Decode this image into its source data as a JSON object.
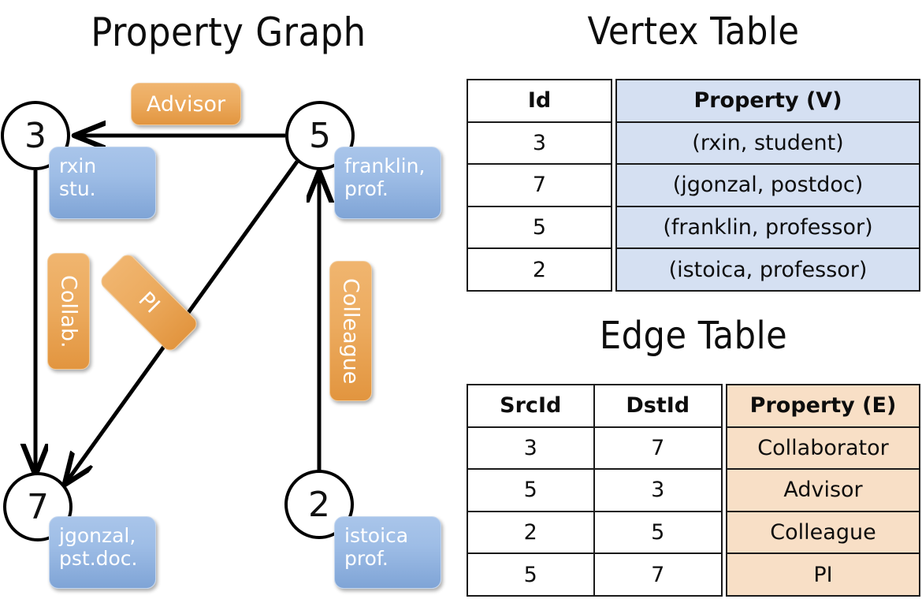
{
  "titles": {
    "property_graph": "Property Graph",
    "vertex_table": "Vertex Table",
    "edge_table": "Edge Table"
  },
  "colors": {
    "vertex_property_fill": "#D5E0F2",
    "edge_property_fill": "#F8DFC6",
    "node_box_blue": "#9EBDE6",
    "edge_label_orange": "#ECAB5F",
    "stroke": "#000000"
  },
  "graph": {
    "nodes": [
      {
        "id": "3",
        "property_line1": "rxin",
        "property_line2": "stu."
      },
      {
        "id": "5",
        "property_line1": "franklin,",
        "property_line2": "prof."
      },
      {
        "id": "7",
        "property_line1": "jgonzal,",
        "property_line2": "pst.doc."
      },
      {
        "id": "2",
        "property_line1": "istoica",
        "property_line2": "prof."
      }
    ],
    "edge_labels": [
      {
        "name": "advisor",
        "text": "Advisor"
      },
      {
        "name": "collab",
        "text": "Collab."
      },
      {
        "name": "pi",
        "text": "PI"
      },
      {
        "name": "colleague",
        "text": "Colleague"
      }
    ]
  },
  "vertex_table": {
    "headers": [
      "Id",
      "Property (V)"
    ],
    "rows": [
      {
        "id": "3",
        "property": "(rxin, student)"
      },
      {
        "id": "7",
        "property": "(jgonzal, postdoc)"
      },
      {
        "id": "5",
        "property": "(franklin, professor)"
      },
      {
        "id": "2",
        "property": "(istoica, professor)"
      }
    ]
  },
  "edge_table": {
    "headers": [
      "SrcId",
      "DstId",
      "Property (E)"
    ],
    "rows": [
      {
        "src": "3",
        "dst": "7",
        "property": "Collaborator"
      },
      {
        "src": "5",
        "dst": "3",
        "property": "Advisor"
      },
      {
        "src": "2",
        "dst": "5",
        "property": "Colleague"
      },
      {
        "src": "5",
        "dst": "7",
        "property": "PI"
      }
    ]
  }
}
